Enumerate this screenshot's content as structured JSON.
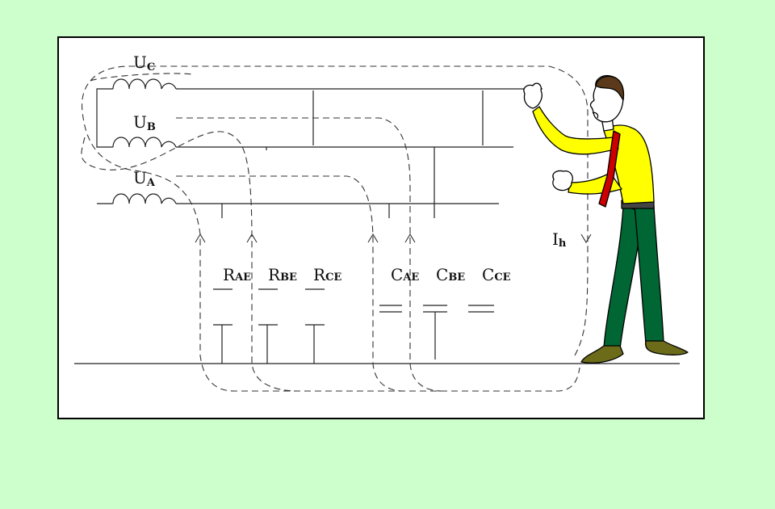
{
  "colors": {
    "background": "#ccffcc",
    "board": "#ffffff",
    "shirt": "#ffff00",
    "trousers": "#006633",
    "tie": "#cc0000",
    "shoes": "#6b6b1a"
  },
  "labels": {
    "uc": {
      "main": "U",
      "sub": "C"
    },
    "ub": {
      "main": "U",
      "sub": "B"
    },
    "ua": {
      "main": "U",
      "sub": "A"
    },
    "rae": {
      "main": "R",
      "sub": "AE"
    },
    "rbe": {
      "main": "R",
      "sub": "BE"
    },
    "rce": {
      "main": "R",
      "sub": "CE"
    },
    "cae": {
      "main": "C",
      "sub": "AE"
    },
    "cbe": {
      "main": "C",
      "sub": "BE"
    },
    "cce": {
      "main": "C",
      "sub": "CE"
    },
    "ih": {
      "main": "I",
      "sub": "h"
    }
  },
  "icons": {
    "person": "man-touching-live-wire-icon"
  }
}
